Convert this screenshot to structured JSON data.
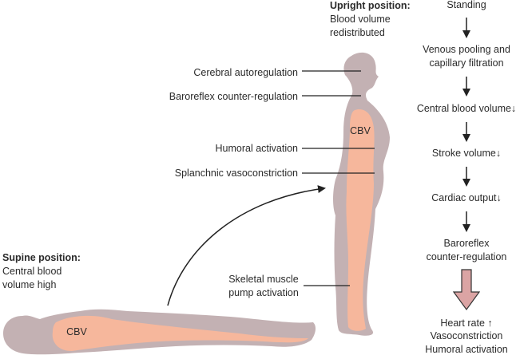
{
  "upright": {
    "title": "Upright position:",
    "lines": [
      "Blood volume",
      "redistributed"
    ]
  },
  "supine": {
    "title": "Supine position:",
    "lines": [
      "Central blood",
      "volume high"
    ]
  },
  "cbv_label": "CBV",
  "labels": {
    "cerebral": "Cerebral autoregulation",
    "baroreflex": "Baroreflex counter-regulation",
    "humoral": "Humoral activation",
    "splanchnic": "Splanchnic vasoconstriction",
    "skeletal": [
      "Skeletal muscle",
      "pump activation"
    ]
  },
  "flow": {
    "steps": [
      [
        "Standing"
      ],
      [
        "Venous pooling and",
        "capillary filtration"
      ],
      [
        "Central blood volume↓"
      ],
      [
        "Stroke volume↓"
      ],
      [
        "Cardiac output↓"
      ],
      [
        "Baroreflex",
        "counter-regulation"
      ]
    ],
    "outcomes": [
      "Heart rate ↑",
      "Vasoconstriction",
      "Humoral activation"
    ]
  },
  "colors": {
    "body": "#c3b1b3",
    "cbv": "#f6b79c",
    "big_arrow": "#dba4a4"
  }
}
